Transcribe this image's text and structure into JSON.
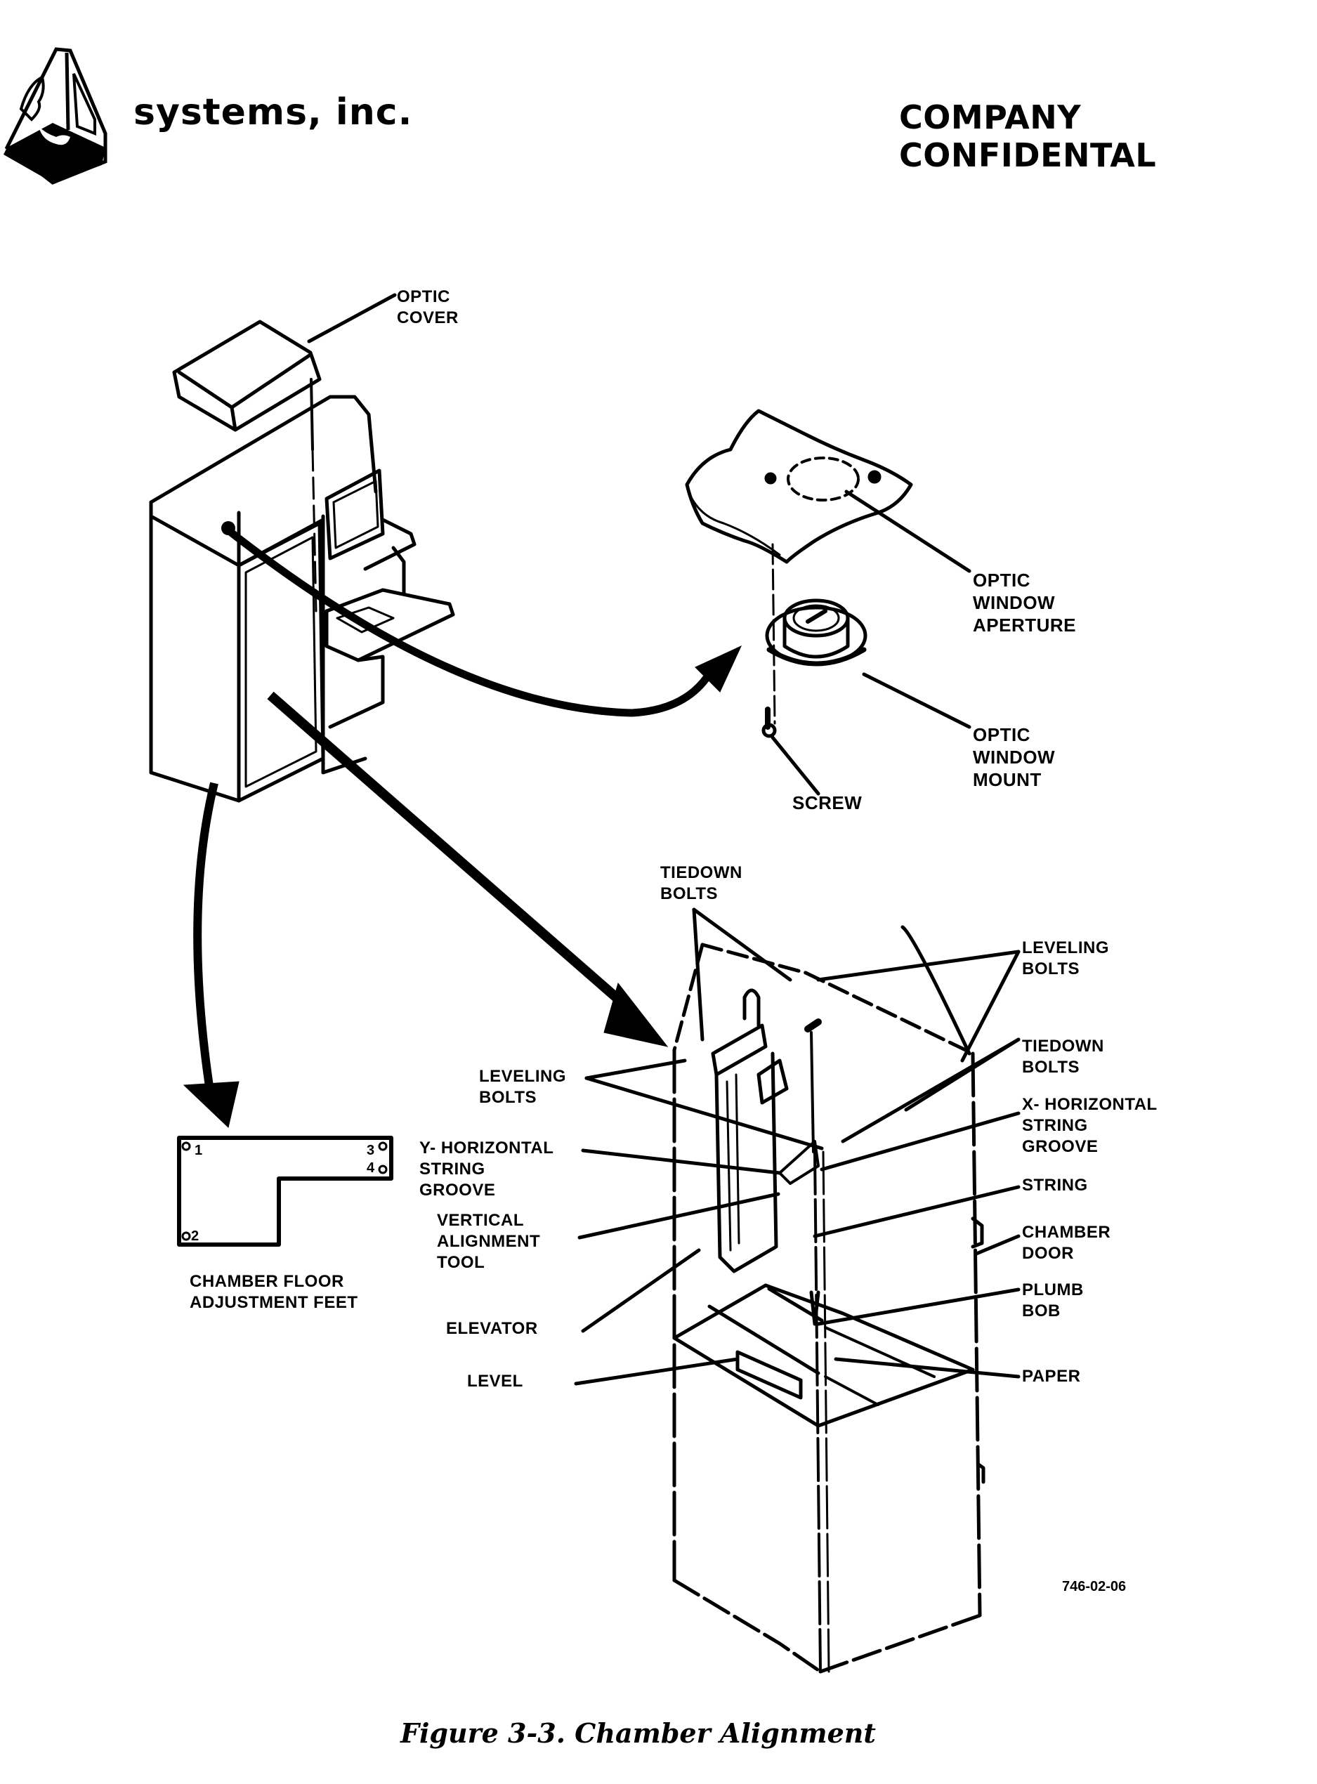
{
  "header": {
    "logo_icon": "3d-systems-cube-logo",
    "company_name": "systems, inc.",
    "confidential_notice": "COMPANY CONFIDENTAL"
  },
  "figure": {
    "caption": "Figure 3-3. Chamber Alignment",
    "drawing_code": "746-02-06",
    "callouts": {
      "optic_cover": "OPTIC\nCOVER",
      "optic_window_aperture": "OPTIC\nWINDOW\nAPERTURE",
      "optic_window_mount": "OPTIC\nWINDOW\nMOUNT",
      "screw": "SCREW",
      "tiedown_bolts_top": "TIEDOWN\nBOLTS",
      "leveling_bolts_right": "LEVELING\nBOLTS",
      "tiedown_bolts_right": "TIEDOWN\nBOLTS",
      "leveling_bolts_left": "LEVELING\nBOLTS",
      "x_horizontal_string_groove": "X- HORIZONTAL\nSTRING\nGROOVE",
      "y_horizontal_string_groove": "Y- HORIZONTAL\nSTRING\nGROOVE",
      "string": "STRING",
      "vertical_alignment_tool": "VERTICAL\nALIGNMENT\nTOOL",
      "chamber_door": "CHAMBER\nDOOR",
      "elevator": "ELEVATOR",
      "plumb_bob": "PLUMB\nBOB",
      "level": "LEVEL",
      "paper": "PAPER",
      "chamber_floor_adjustment_feet": "CHAMBER FLOOR\nADJUSTMENT FEET"
    },
    "feet_numbers": [
      "1",
      "2",
      "3",
      "4"
    ]
  }
}
